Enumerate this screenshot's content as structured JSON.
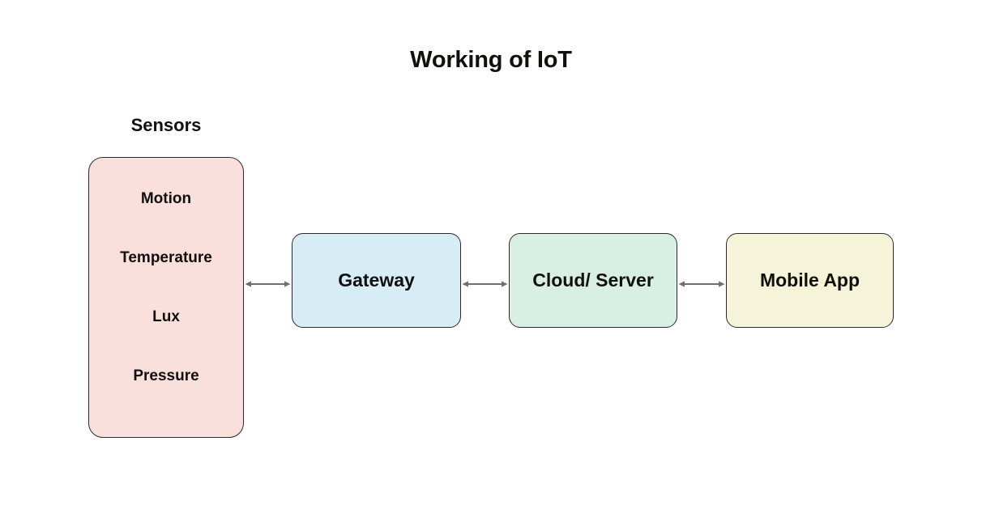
{
  "title": "Working of IoT",
  "colors": {
    "sensors_fill": "#fae0dc",
    "gateway_fill": "#d7edf5",
    "cloud_fill": "#d8f0e4",
    "mobile_fill": "#f5f4d8",
    "node_border": "#2b2b2b",
    "connector": "#6f6f6f",
    "text": "#11100f",
    "background": "#ffffff"
  },
  "sensors": {
    "label": "Sensors",
    "items": [
      {
        "label": "Motion"
      },
      {
        "label": "Temperature"
      },
      {
        "label": "Lux"
      },
      {
        "label": "Pressure"
      }
    ]
  },
  "nodes": [
    {
      "id": "gateway",
      "label": "Gateway"
    },
    {
      "id": "cloud",
      "label": "Cloud/ Server"
    },
    {
      "id": "mobile",
      "label": "Mobile App"
    }
  ],
  "connectors": [
    {
      "id": "sensors-gateway",
      "from": "Sensors",
      "to": "Gateway",
      "direction": "bidirectional"
    },
    {
      "id": "gateway-cloud",
      "from": "Gateway",
      "to": "Cloud/ Server",
      "direction": "bidirectional"
    },
    {
      "id": "cloud-mobile",
      "from": "Cloud/ Server",
      "to": "Mobile App",
      "direction": "bidirectional"
    }
  ]
}
